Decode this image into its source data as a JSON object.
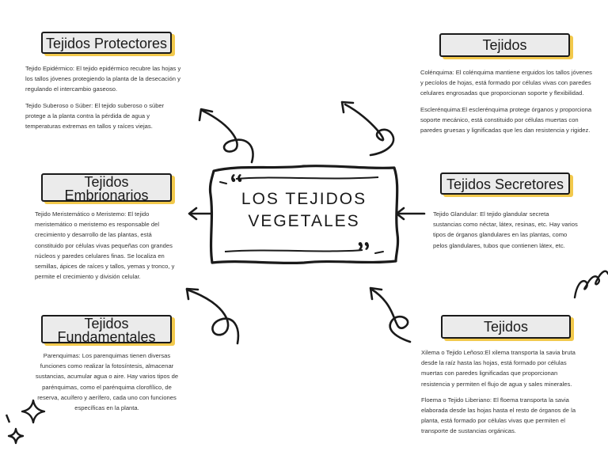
{
  "central": {
    "line1": "LOS TEJIDOS",
    "line2": "VEGETALES"
  },
  "protectores": {
    "title": "Tejidos Protectores",
    "paragraphs": [
      "Tejido Epidérmico: El tejido epidérmico recubre las hojas y los tallos jóvenes protegiendo la planta de la desecación y regulando el intercambio gaseoso.",
      "Tejido Suberoso o Súber: El tejido suberoso o súber protege a la planta contra la pérdida de agua y temperaturas extremas en tallos y raíces viejas."
    ]
  },
  "esqueleticos": {
    "title": "Tejidos Esqueléticos",
    "paragraphs": [
      "Colénquima: El colénquima mantiene erguidos los tallos jóvenes y pecíolos de hojas, está formado por células vivas con paredes celulares engrosadas que proporcionan soporte y flexibilidad.",
      "Esclerénquima:El esclerénquima protege órganos y proporciona soporte mecánico, está constituido por células muertas con paredes gruesas y lignificadas que les dan resistencia y rigidez."
    ]
  },
  "embrionarios": {
    "title_line1": "Tejidos",
    "title_line2": "Embrionarios",
    "paragraphs": [
      "Tejido Meristemático o Meristemo: El tejido meristemático o meristemo es responsable del crecimiento y desarrollo de las plantas, está constituido por células vivas pequeñas con grandes núcleos y paredes celulares finas. Se localiza en semillas, ápices de raíces y tallos, yemas y tronco, y permite el crecimiento y división celular."
    ]
  },
  "secretores": {
    "title": "Tejidos Secretores",
    "paragraphs": [
      "Tejido Glandular: El tejido glandular secreta sustancias como néctar, látex, resinas, etc. Hay varios tipos de órganos glandulares en las plantas, como pelos glandulares, tubos que contienen látex, etc."
    ]
  },
  "fundamentales": {
    "title_line1": "Tejidos",
    "title_line2": "Fundamentales",
    "paragraphs": [
      "Parenquimas: Los parenquimas tienen diversas funciones como realizar la fotosíntesis, almacenar sustancias, acumular agua o aire. Hay varios tipos de parénquimas, como el parénquima clorofílico, de reserva, acuífero y aerífero, cada uno con funciones específicas en la planta."
    ]
  },
  "conductores": {
    "title": "Tejidos Conductores",
    "paragraphs": [
      "Xilema o Tejido Leñoso:El xilema transporta la savia bruta desde la raíz hasta las hojas,  está formado por células muertas con paredes lignificadas que proporcionan resistencia y permiten el flujo de agua y sales minerales.",
      "Floema o Tejido Liberiano: El floema transporta la savia elaborada desde las hojas hasta el resto de órganos de la planta, está formado por células vivas que permiten el transporte de sustancias orgánicas."
    ]
  }
}
